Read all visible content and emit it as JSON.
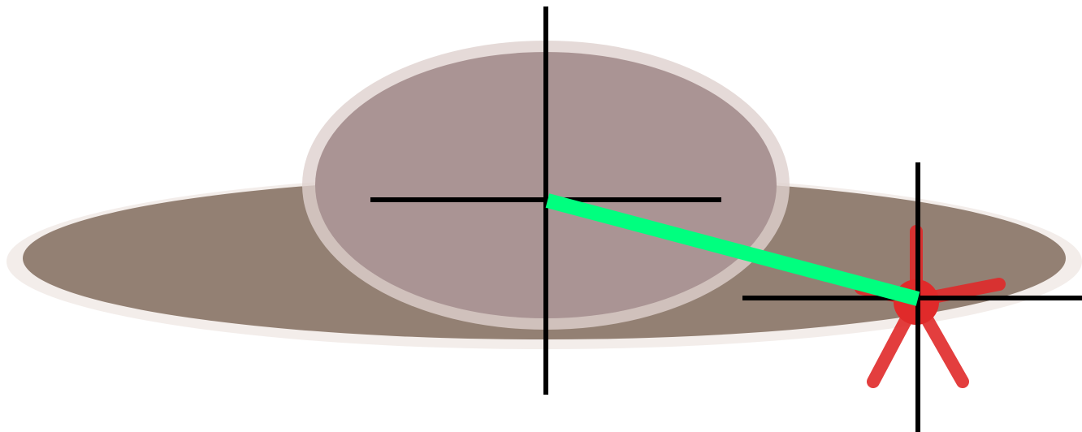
{
  "scene": {
    "background_color": "#ffffff",
    "objects": [
      {
        "name": "disc-body",
        "shape": "ellipse",
        "color": "#8f7b6d"
      },
      {
        "name": "dome",
        "shape": "ellipse",
        "color": "#a79090"
      }
    ],
    "markers": [
      {
        "name": "crosshair-center",
        "color": "#000000"
      },
      {
        "name": "crosshair-target",
        "color": "#000000"
      }
    ],
    "connector": {
      "name": "vector-line",
      "color": "#00ff7f"
    },
    "burst": {
      "name": "red-star-burst",
      "color": "#e02a2a"
    }
  }
}
